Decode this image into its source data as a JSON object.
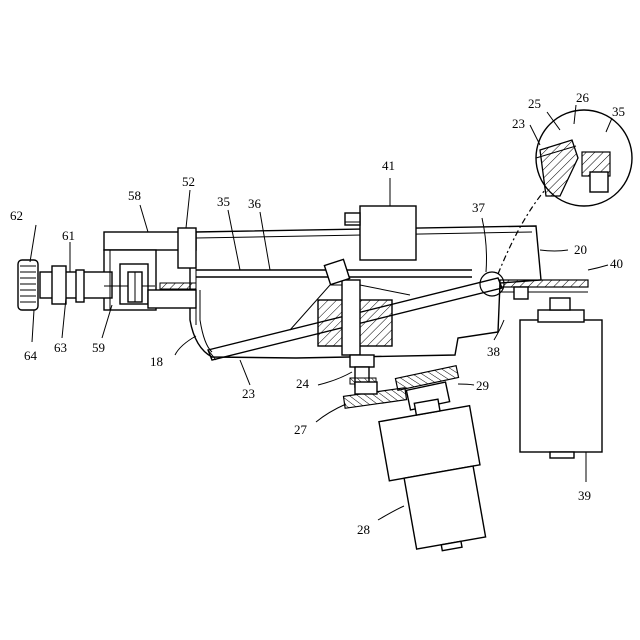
{
  "labels": {
    "l18": "18",
    "l20": "20",
    "l23": "23",
    "l23b": "23",
    "l24": "24",
    "l25": "25",
    "l26": "26",
    "l27": "27",
    "l28": "28",
    "l29": "29",
    "l35": "35",
    "l35b": "35",
    "l36": "36",
    "l37": "37",
    "l38": "38",
    "l39": "39",
    "l40": "40",
    "l41": "41",
    "l52": "52",
    "l58": "58",
    "l59": "59",
    "l61": "61",
    "l62": "62",
    "l63": "63",
    "l64": "64"
  }
}
